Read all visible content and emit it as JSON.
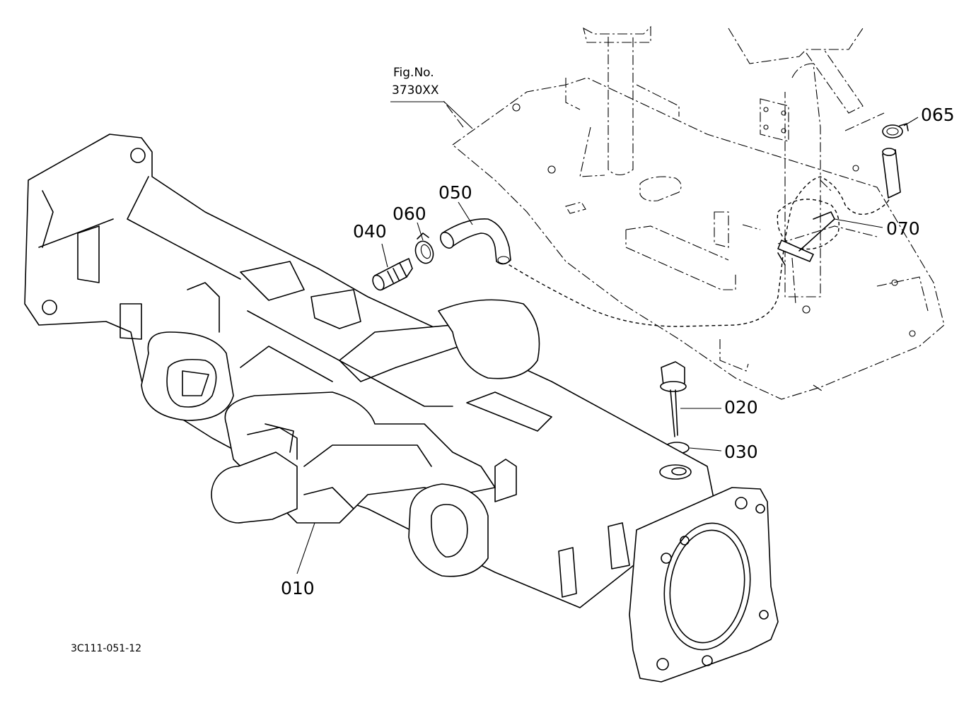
{
  "figure_reference": {
    "line1": "Fig.No.",
    "line2": "3730XX"
  },
  "callouts": [
    {
      "id": "c065",
      "text": "065"
    },
    {
      "id": "c050",
      "text": "050"
    },
    {
      "id": "c060",
      "text": "060"
    },
    {
      "id": "c040",
      "text": "040"
    },
    {
      "id": "c070",
      "text": "070"
    },
    {
      "id": "c020",
      "text": "020"
    },
    {
      "id": "c030",
      "text": "030"
    },
    {
      "id": "c010",
      "text": "010"
    }
  ],
  "drawing_code": "3C111-051-12"
}
